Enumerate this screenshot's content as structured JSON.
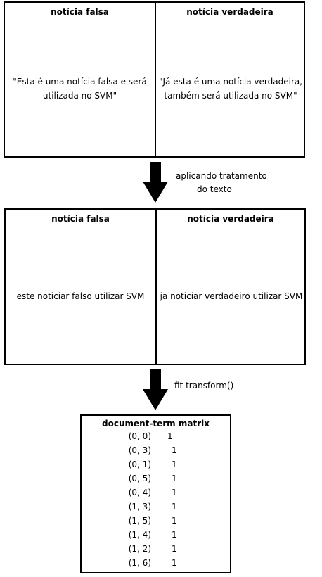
{
  "top_table": {
    "left_header": "notícia falsa",
    "right_header": "notícia verdadeira",
    "left_text": "\"Esta é uma notícia falsa e será utilizada no SVM\"",
    "right_text": "\"Já esta é uma notícia verdadeira, também será utilizada no SVM\""
  },
  "arrow1": {
    "label_line1": "aplicando tratamento",
    "label_line2": "do texto"
  },
  "middle_table": {
    "left_header": "notícia falsa",
    "right_header": "notícia verdadeira",
    "left_text": "este noticiar falso utilizar SVM",
    "right_text": "ja noticiar verdadeiro utilizar SVM"
  },
  "arrow2": {
    "label": "fit transform()"
  },
  "matrix": {
    "title": "document-term matrix",
    "rows": [
      {
        "coord": "(0, 0)",
        "value": "1"
      },
      {
        "coord": "(0, 3)",
        "value": "1"
      },
      {
        "coord": "(0, 1)",
        "value": "1"
      },
      {
        "coord": "(0, 5)",
        "value": "1"
      },
      {
        "coord": "(0, 4)",
        "value": "1"
      },
      {
        "coord": "(1, 3)",
        "value": "1"
      },
      {
        "coord": "(1, 5)",
        "value": "1"
      },
      {
        "coord": "(1, 4)",
        "value": "1"
      },
      {
        "coord": "(1, 2)",
        "value": "1"
      },
      {
        "coord": "(1, 6)",
        "value": "1"
      }
    ]
  }
}
